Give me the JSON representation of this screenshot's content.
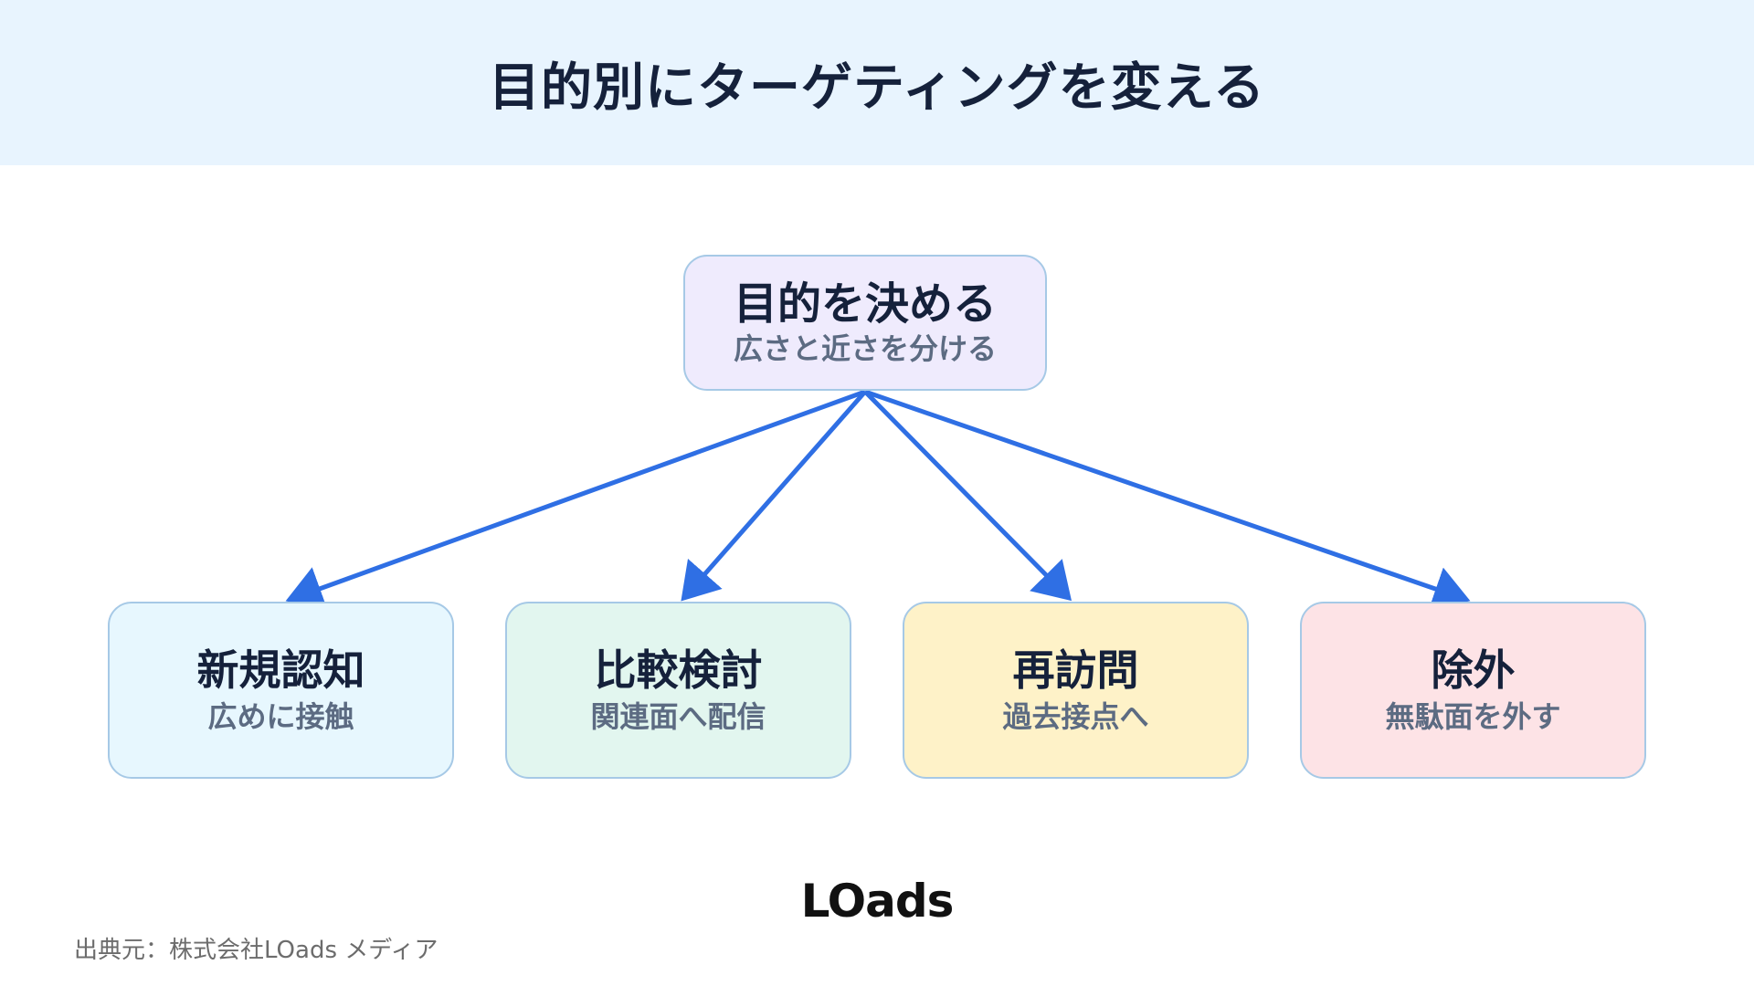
{
  "header": {
    "title": "目的別にターゲティングを変える"
  },
  "root": {
    "title": "目的を決める",
    "subtitle": "広さと近さを分ける"
  },
  "children": [
    {
      "title": "新規認知",
      "subtitle": "広めに接触"
    },
    {
      "title": "比較検討",
      "subtitle": "関連面へ配信"
    },
    {
      "title": "再訪問",
      "subtitle": "過去接点へ"
    },
    {
      "title": "除外",
      "subtitle": "無駄面を外す"
    }
  ],
  "logo": {
    "text": "LOads"
  },
  "source": {
    "text": "出典元：株式会社LOads メディア"
  },
  "colors": {
    "header_bg": "#e8f4fe",
    "arrow": "#2f6fe4",
    "root_bg": "#efebfd",
    "child_bgs": [
      "#e7f7fe",
      "#e2f6ef",
      "#fef2c8",
      "#fde3e6"
    ],
    "box_border": "#a6c9e6"
  }
}
